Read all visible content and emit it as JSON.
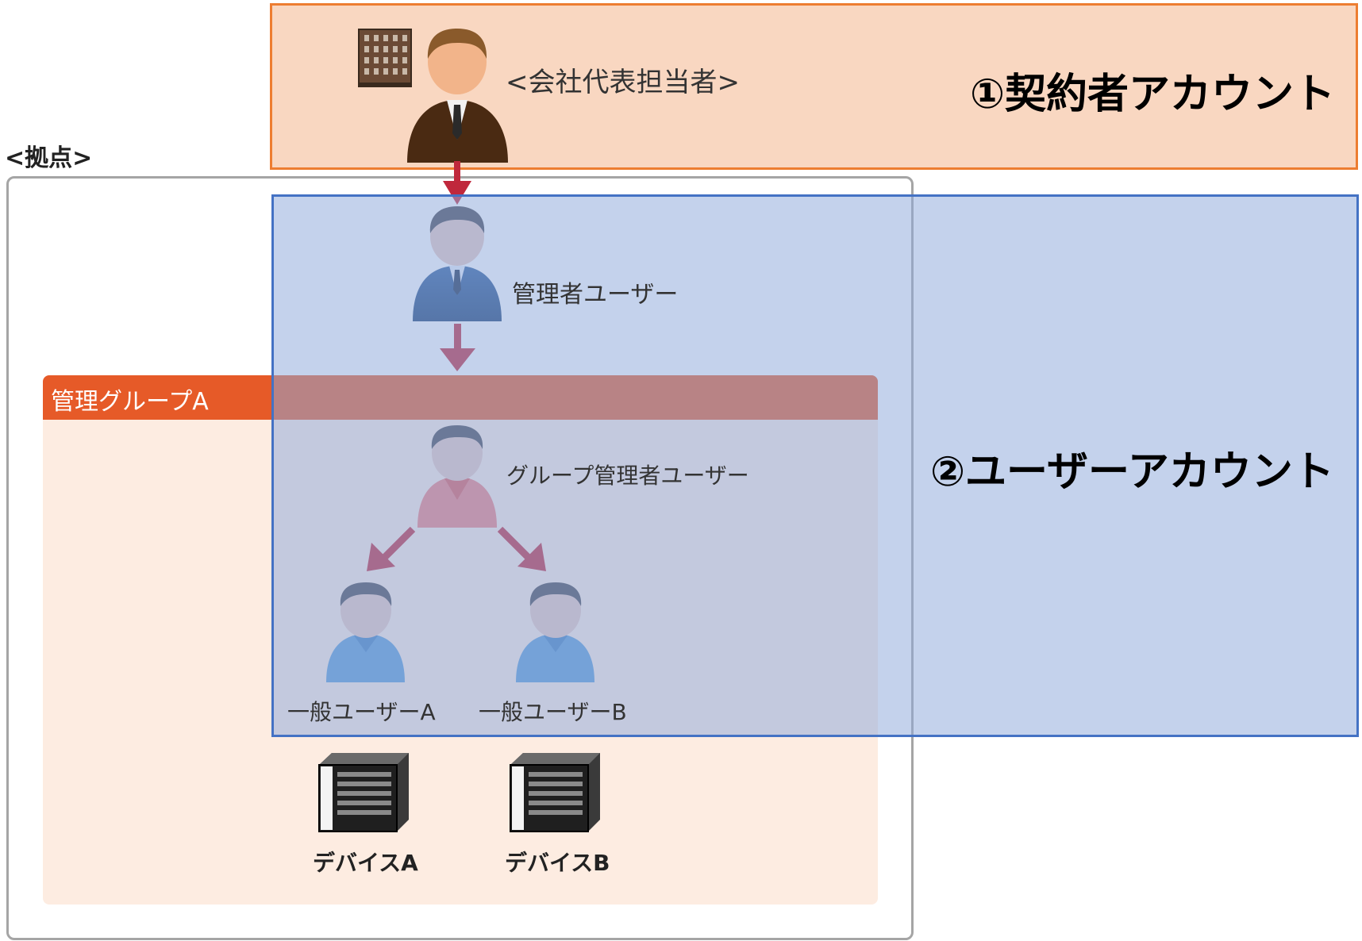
{
  "contract_account": {
    "title": "①契約者アカウント",
    "representative_label": "<会社代表担当者>"
  },
  "user_account": {
    "title": "②ユーザーアカウント"
  },
  "base": {
    "label": "<拠点>"
  },
  "admin_user": {
    "label": "管理者ユーザー"
  },
  "group": {
    "title": "管理グループA",
    "group_admin_label": "グループ管理者ユーザー",
    "users": [
      {
        "label": "一般ユーザーA"
      },
      {
        "label": "一般ユーザーB"
      }
    ],
    "devices": [
      {
        "label": "デバイスA"
      },
      {
        "label": "デバイスB"
      }
    ]
  },
  "colors": {
    "contract_fill": "#f9d7c1",
    "contract_border": "#ed7d31",
    "user_account_border": "#4472c4",
    "group_header": "#e65a28",
    "arrow": "#c0283c",
    "executive_suit": "#4a2a12",
    "admin_suit": "#1f4e8c",
    "group_admin_shirt": "#f08080",
    "general_user_shirt": "#5b9bd5"
  },
  "icons": [
    "building-icon",
    "person-icon",
    "server-icon",
    "arrow-down-icon"
  ]
}
